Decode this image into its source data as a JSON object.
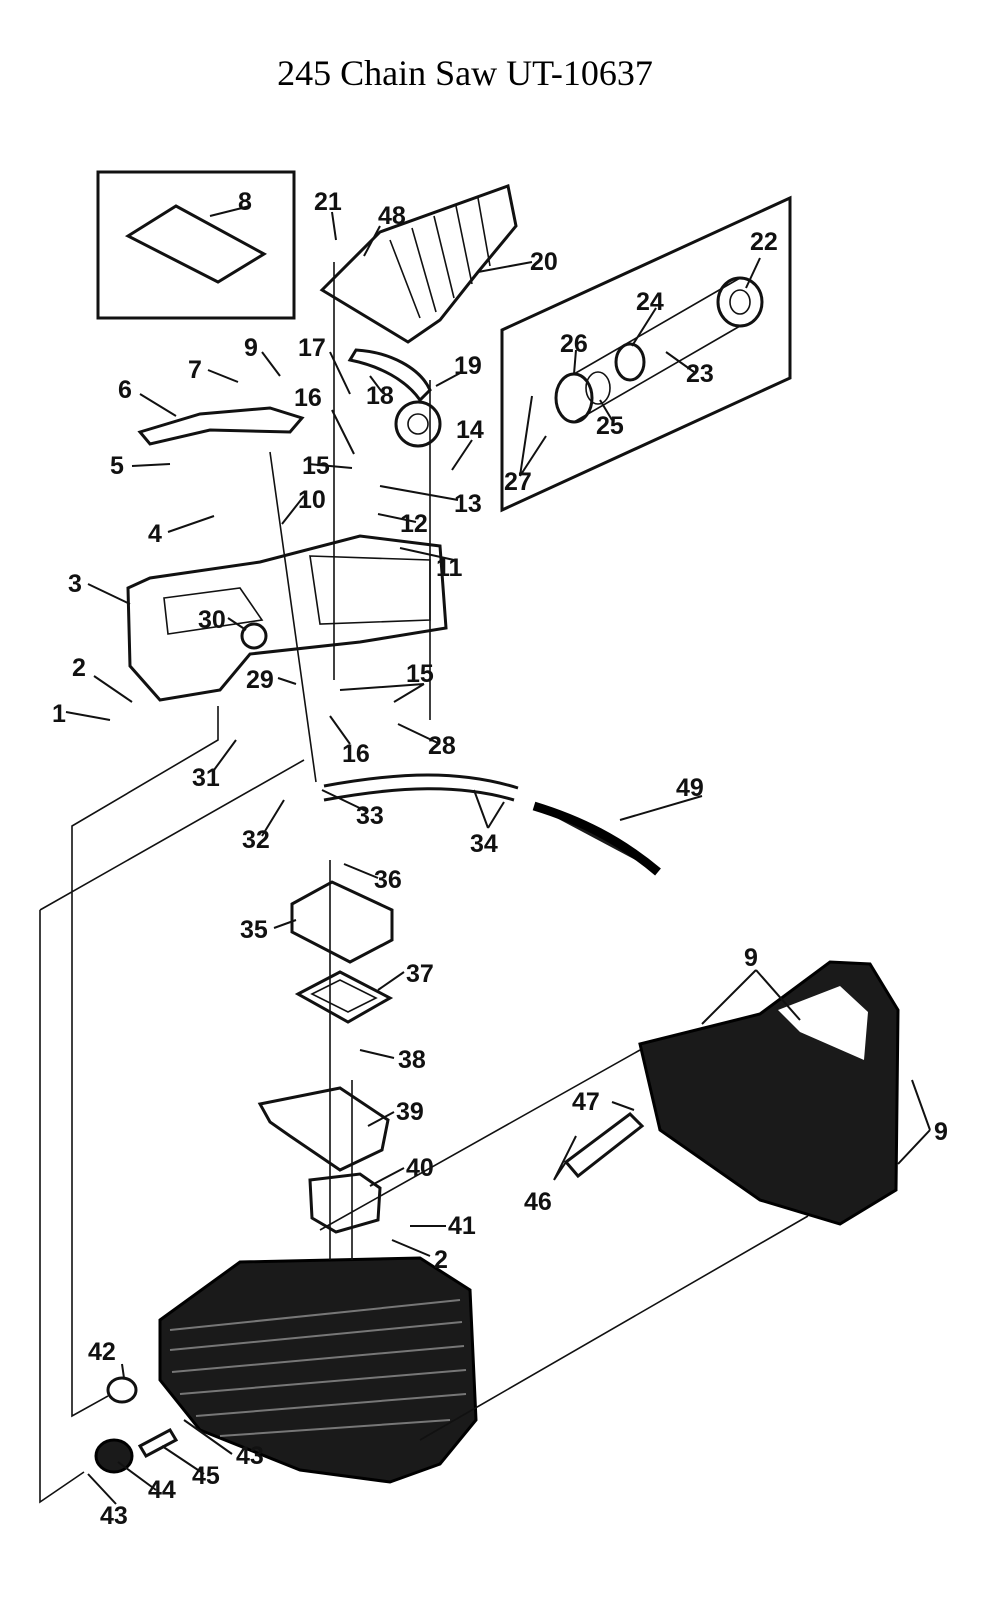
{
  "title": "245 Chain Saw UT-10637",
  "callouts": [
    "1",
    "2",
    "2",
    "3",
    "4",
    "5",
    "6",
    "7",
    "8",
    "9",
    "9",
    "9",
    "10",
    "11",
    "12",
    "13",
    "14",
    "15",
    "15",
    "16",
    "16",
    "17",
    "18",
    "19",
    "20",
    "21",
    "22",
    "23",
    "24",
    "25",
    "26",
    "27",
    "28",
    "29",
    "30",
    "31",
    "32",
    "33",
    "34",
    "35",
    "36",
    "37",
    "38",
    "39",
    "40",
    "41",
    "42",
    "43",
    "43",
    "44",
    "45",
    "46",
    "47",
    "48",
    "49"
  ]
}
